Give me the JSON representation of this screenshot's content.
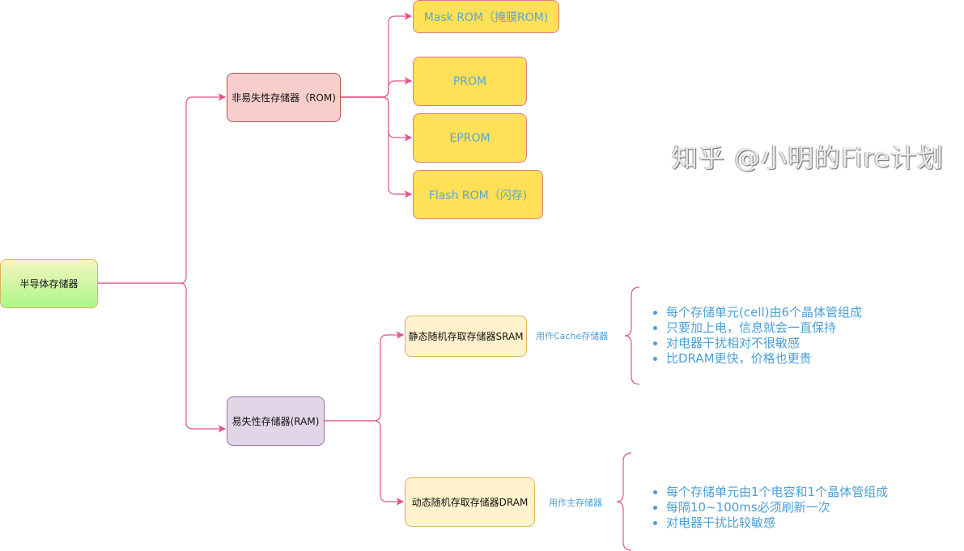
{
  "root": {
    "label": "半导体存储器"
  },
  "rom": {
    "label": "非易失性存储器（ROM)",
    "children": [
      "Mask ROM（掩膜ROM)",
      "PROM",
      "EPROM",
      "Flash ROM（闪存)"
    ]
  },
  "ram": {
    "label": "易失性存储器(RAM)",
    "sram": {
      "label": "静态随机存取存储器SRAM",
      "usage": "用作Cache存储器",
      "notes": [
        "每个存储单元(cell)由6个晶体管组成",
        "只要加上电，信息就会一直保持",
        "对电器干扰相对不很敏感",
        "比DRAM更快，价格也更贵"
      ]
    },
    "dram": {
      "label": "动态随机存取存储器DRAM",
      "usage": "用作主存储器",
      "notes": [
        "每个存储单元由1个电容和1个晶体管组成",
        "每隔10~100ms必须刷新一次",
        "对电器干扰比较敏感"
      ]
    }
  },
  "watermark": "知乎 @小明的Fire计划",
  "colors": {
    "edge": "#e0558a",
    "rom": "#f8cecc",
    "ram": "#e1d5e7",
    "leaf": "#ffe057",
    "ram_leaf": "#fff2cc",
    "root": "#d5f5a0"
  }
}
